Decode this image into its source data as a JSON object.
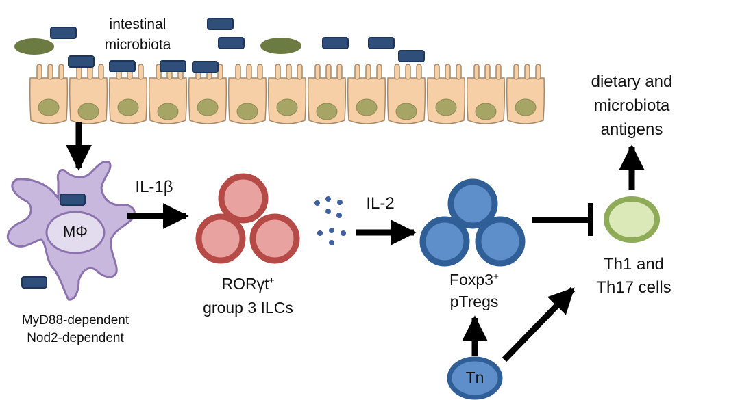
{
  "labels": {
    "microbiota": [
      "intestinal",
      "microbiota"
    ],
    "dietary": [
      "dietary and",
      "microbiota",
      "antigens"
    ],
    "macrophage": "MΦ",
    "il1b": "IL-1β",
    "il2": "IL-2",
    "ilc_line1_main": "RORγt",
    "ilc_line1_sup": "+",
    "ilc_line2": "group 3 ILCs",
    "treg_line1_main": "Foxp3",
    "treg_line1_sup": "+",
    "treg_line2": "pTregs",
    "th_line1": "Th1 and",
    "th_line2": "Th17 cells",
    "myd88": "MyD88-dependent",
    "nod2": "Nod2-dependent",
    "tn": "Tn"
  },
  "colors": {
    "epithelium_fill": "#f6cfa6",
    "epithelium_stroke": "#a88a6a",
    "nucleus": "#a7a566",
    "bacteria_rod": "#2f4f7a",
    "bacteria_oval": "#6b7b42",
    "macrophage_fill": "#c9b8dd",
    "macrophage_stroke": "#8c73ad",
    "ilc_fill": "#e8a3a0",
    "ilc_stroke": "#b54a47",
    "treg_fill": "#5f8fcb",
    "treg_stroke": "#2f5f96",
    "th_fill": "#dbe8b8",
    "th_stroke": "#8eab57",
    "cytokine_dots": "#3f5fa3",
    "arrow": "#000000"
  }
}
